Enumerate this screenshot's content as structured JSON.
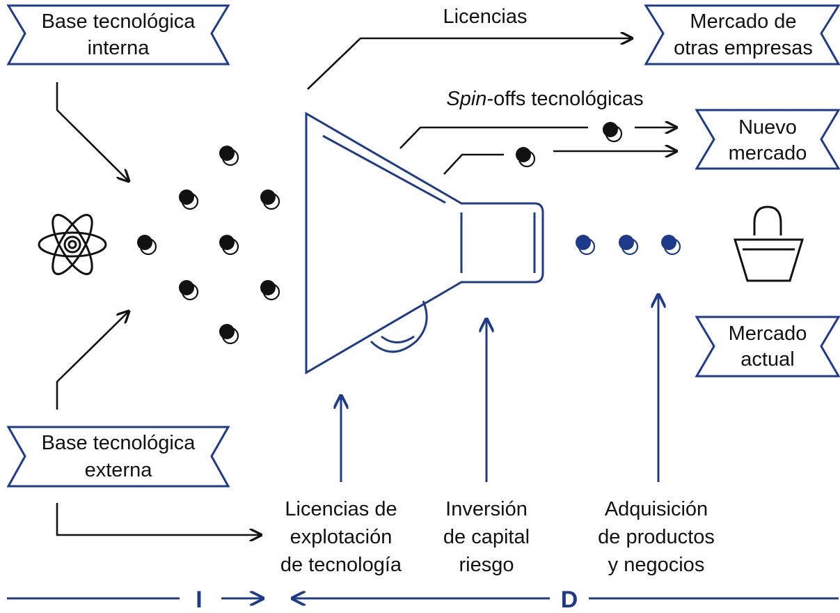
{
  "colors": {
    "accent": "#1e3a8a",
    "ink": "#111111",
    "background": "#ffffff"
  },
  "labels": {
    "base_interna": [
      "Base tecnológica",
      "interna"
    ],
    "base_externa": [
      "Base tecnológica",
      "externa"
    ],
    "mercado_otras": [
      "Mercado de",
      "otras empresas"
    ],
    "nuevo_mercado": [
      "Nuevo",
      "mercado"
    ],
    "mercado_actual": [
      "Mercado",
      "actual"
    ],
    "licencias": "Licencias",
    "spinoffs_italic": "Spin",
    "spinoffs_rest": "-offs tecnológicas",
    "licencias_explotacion": [
      "Licencias de",
      "explotación",
      "de tecnología"
    ],
    "inversion_capital": [
      "Inversión",
      "de capital",
      "riesgo"
    ],
    "adquisicion": [
      "Adquisición",
      "de productos",
      "y negocios"
    ]
  },
  "axis": {
    "left_letter": "I",
    "right_letter": "D"
  },
  "icons": {
    "technology": "atom-icon",
    "market": "shopping-basket-icon",
    "funnel": "megaphone-icon",
    "projects": "project-dot-icon"
  }
}
